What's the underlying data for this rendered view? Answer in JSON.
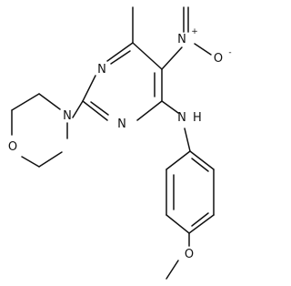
{
  "labels": {
    "nitro_n": "N",
    "nitro_plus": "+",
    "nitro_o": "O",
    "nitro_minus": "-",
    "ring_n_upper": "N",
    "ring_n_lower": "N",
    "amine_n": "N",
    "amine_h": "H",
    "morpholine_n": "N",
    "morpholine_o": "O",
    "methoxy_o": "O"
  }
}
